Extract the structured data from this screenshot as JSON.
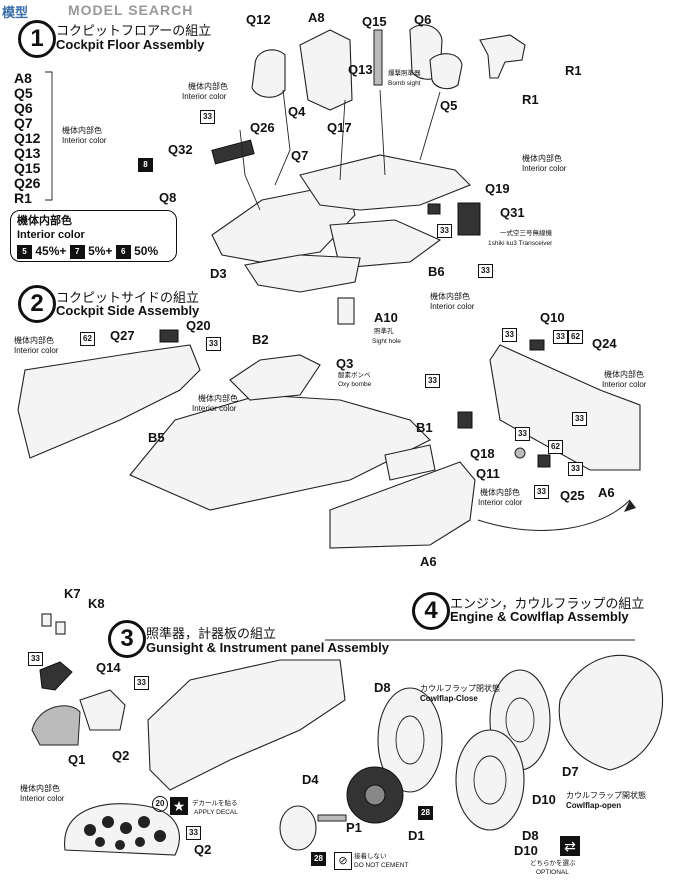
{
  "watermark": "MODEL SEARCH",
  "watermark_jp": "模型",
  "steps": [
    {
      "num": "1",
      "jp": "コクピットフロアーの組立",
      "en": "Cockpit Floor Assembly"
    },
    {
      "num": "2",
      "jp": "コクピットサイドの組立",
      "en": "Cockpit Side Assembly"
    },
    {
      "num": "3",
      "jp": "照準器，計器板の組立",
      "en": "Gunsight & Instrument panel Assembly"
    },
    {
      "num": "4",
      "jp": "エンジン，カウルフラップの組立",
      "en": "Engine & Cowlflap Assembly"
    }
  ],
  "step1": {
    "parts_list": [
      "A8",
      "Q5",
      "Q6",
      "Q7",
      "Q12",
      "Q13",
      "Q15",
      "Q26",
      "R1"
    ],
    "list_color_jp": "機体内部色",
    "list_color_en": "Interior color",
    "mix_box": {
      "jp": "機体内部色",
      "en": "Interior color",
      "formula_c1": "5",
      "formula_p1": "45%+",
      "formula_c2": "7",
      "formula_p2": "5%+",
      "formula_c3": "6",
      "formula_p3": "50%"
    },
    "labels": {
      "Q12": "Q12",
      "A8": "A8",
      "Q15": "Q15",
      "Q6": "Q6",
      "R1a": "R1",
      "R1b": "R1",
      "Q13": "Q13",
      "Q4": "Q4",
      "Q5": "Q5",
      "Q26": "Q26",
      "Q17": "Q17",
      "Q32": "Q32",
      "Q7": "Q7",
      "Q8": "Q8",
      "Q19": "Q19",
      "Q31": "Q31",
      "D3": "D3",
      "B6": "B6",
      "A10": "A10"
    },
    "notes": {
      "interior_top_jp": "機体内部色",
      "interior_top_en": "Interior color",
      "interior_right_jp": "機体内部色",
      "interior_right_en": "Interior color",
      "interior_a10_jp": "機体内部色",
      "interior_a10_en": "Interior color",
      "bomb_sight_jp": "爆撃照準器",
      "bomb_sight_en": "Bomb sight",
      "transceiver_jp": "一式空三号無線機",
      "transceiver_en": "1shiki ku3 Transceiver",
      "sight_hole_jp": "照準孔",
      "sight_hole_en": "Sight hole"
    },
    "codes": {
      "c33a": "33",
      "c8": "8",
      "c33b": "33",
      "c33c": "33"
    }
  },
  "step2": {
    "labels": {
      "Q27": "Q27",
      "Q20": "Q20",
      "B2": "B2",
      "Q3": "Q3",
      "B5": "B5",
      "B1": "B1",
      "A6a": "A6",
      "Q10": "Q10",
      "Q24": "Q24",
      "Q18": "Q18",
      "Q11": "Q11",
      "Q25": "Q25",
      "A6b": "A6"
    },
    "notes": {
      "left_jp": "機体内部色",
      "left_en": "Interior color",
      "b2_jp": "機体内部色",
      "b2_en": "Interior color",
      "oxy_jp": "酸素ボンベ",
      "oxy_en": "Oxy bombe",
      "right_jp": "機体内部色",
      "right_en": "Interior color",
      "q11_jp": "機体内部色",
      "q11_en": "Interior color"
    },
    "codes": {
      "c62a": "62",
      "c33a": "33",
      "c33b": "33",
      "c33c": "33",
      "c62b": "62",
      "c33d": "33",
      "c33e": "33",
      "c33f": "33",
      "c62c": "62",
      "c33g": "33",
      "c33h": "33"
    }
  },
  "step3": {
    "labels": {
      "K7": "K7",
      "K8": "K8",
      "Q14": "Q14",
      "Q1": "Q1",
      "Q2a": "Q2",
      "Q2b": "Q2"
    },
    "notes": {
      "interior_jp": "機体内部色",
      "interior_en": "Interior color",
      "decal_jp": "デカールを貼る",
      "decal_en": "APPLY DECAL"
    },
    "codes": {
      "c33a": "33",
      "c33b": "33",
      "c20": "20",
      "c33c": "33"
    }
  },
  "step4": {
    "labels": {
      "D8a": "D8",
      "D7": "D7",
      "D10a": "D10",
      "D4": "D4",
      "P1": "P1",
      "D1": "D1",
      "D8b": "D8",
      "D10b": "D10"
    },
    "notes": {
      "close_jp": "カウルフラップ閉状態",
      "close_en": "Cowlflap-Close",
      "open_jp": "カウルフラップ開状態",
      "open_en": "Cowlflap-open",
      "optional_jp": "どちらかを選ぶ",
      "optional_en": "OPTIONAL",
      "nocement_jp": "接着しない",
      "nocement_en": "DO NOT CEMENT"
    },
    "codes": {
      "c28a": "28",
      "c28b": "28"
    }
  }
}
